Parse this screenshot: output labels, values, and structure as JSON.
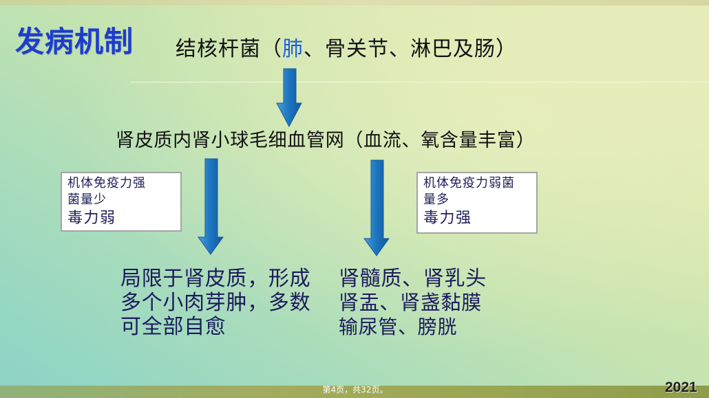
{
  "slide": {
    "title": "发病机制",
    "cause": {
      "before": "结核杆菌（",
      "highlight": "肺",
      "after": "、骨关节、淋巴及肠）"
    },
    "site": "肾皮质内肾小球毛细血管网（血流、氧含量丰富）",
    "left_condition": [
      "机体免疫力强",
      "菌量少",
      "毒力弱"
    ],
    "right_condition": [
      "机体免疫力弱菌",
      "量多",
      "毒力强"
    ],
    "left_outcome": [
      "局限于肾皮质，形成",
      "多个小肉芽肿，多数",
      "可全部自愈"
    ],
    "right_outcome": [
      "肾髓质、肾乳头",
      "肾盂、肾盏黏膜",
      "输尿管、膀胱"
    ]
  },
  "footer": {
    "page_info": "第4页，共32页。",
    "year": "2021"
  },
  "icons": {
    "flow_arrow": "down-arrow-icon"
  },
  "colors": {
    "title": "#1d3ccf",
    "highlight": "#1f5fd8",
    "heading_text": "#111111",
    "outcome_text": "#1b1b5c",
    "box_text": "#1e1e58",
    "box_border": "#a4a4a4",
    "arrow": "#1c74bf"
  }
}
